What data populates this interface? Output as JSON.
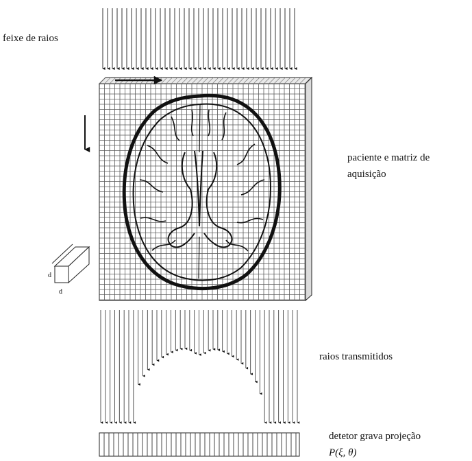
{
  "diagram": {
    "labels": {
      "incident_beam": "feixe de raios",
      "patient_matrix_line1": "paciente e matriz de",
      "patient_matrix_line2": "aquisição",
      "transmitted_rays": "raios transmitidos",
      "detector_line1": "detetor grava projeção",
      "detector_formula": "P(ξ, θ)"
    },
    "voxel_labels": {
      "side_length": "d"
    },
    "colors": {
      "ink": "#111111",
      "grid": "#555555",
      "background": "#ffffff"
    }
  }
}
